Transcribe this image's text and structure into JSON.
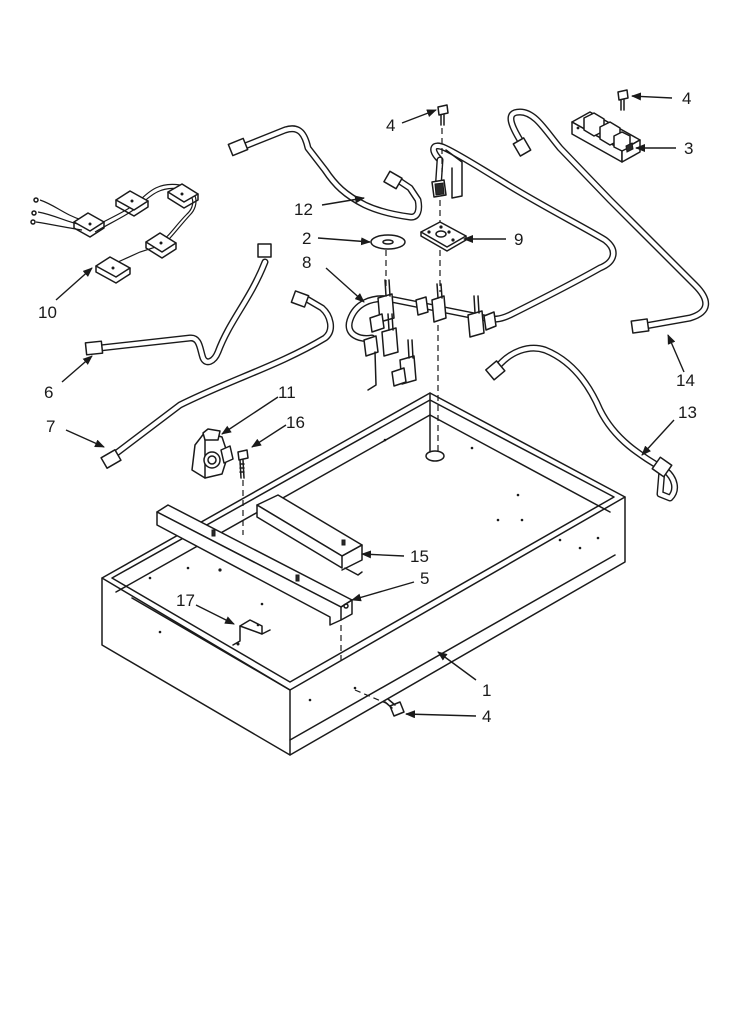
{
  "callouts": {
    "c1": "1",
    "c2": "2",
    "c3": "3",
    "c4a": "4",
    "c4b": "4",
    "c4c": "4",
    "c5": "5",
    "c6": "6",
    "c7": "7",
    "c8": "8",
    "c9": "9",
    "c10": "10",
    "c11": "11",
    "c12": "12",
    "c13": "13",
    "c14": "14",
    "c15": "15",
    "c16": "16",
    "c17": "17"
  },
  "colors": {
    "line": "#1a1a1a",
    "background": "#ffffff"
  }
}
